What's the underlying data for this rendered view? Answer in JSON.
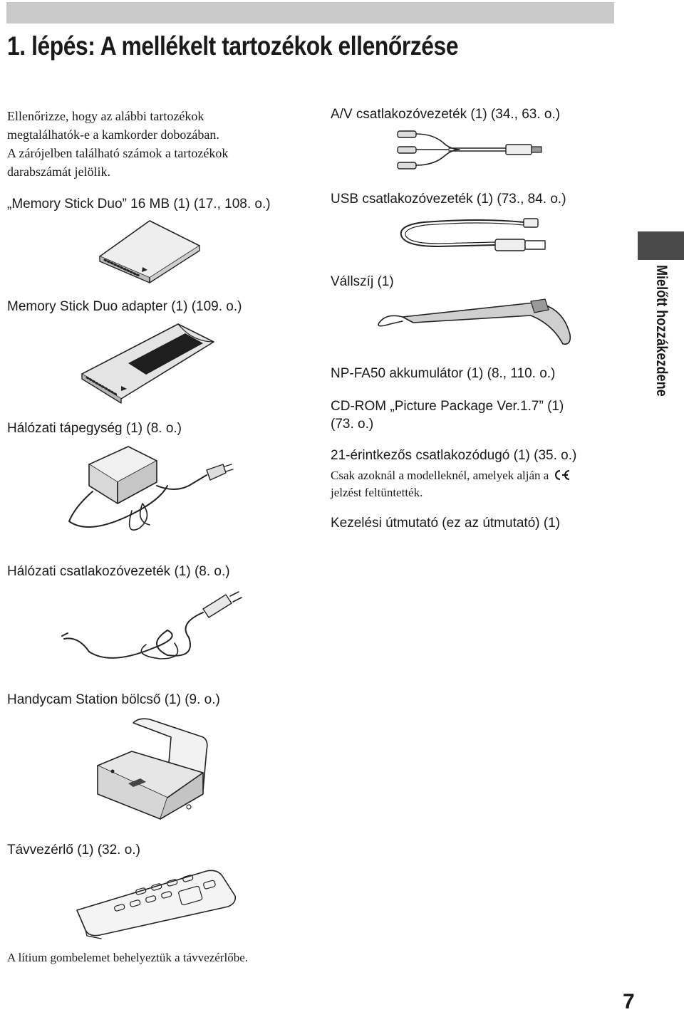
{
  "title": "1. lépés: A mellékelt tartozékok ellenőrzése",
  "intro": {
    "lines": [
      "Ellenőrizze, hogy az alábbi tartozékok",
      "megtalálhatók-e a kamkorder dobozában.",
      "A zárójelben található számok a tartozékok",
      "darabszámát jelölik."
    ]
  },
  "left_items": {
    "memory_stick": "„Memory Stick Duo” 16 MB (1) (17., 108. o.)",
    "adapter": "Memory Stick Duo adapter (1) (109. o.)",
    "ac_adaptor": "Hálózati tápegység (1) (8. o.)",
    "power_cord": "Hálózati csatlakozóvezeték (1) (8. o.)",
    "station": "Handycam Station bölcső (1) (9. o.)",
    "remote": "Távvezérlő (1) (32. o.)",
    "remote_note": "A lítium gombelemet behelyeztük a távvezérlőbe."
  },
  "right_items": {
    "av_cable": "A/V csatlakozóvezeték (1) (34., 63. o.)",
    "usb_cable": "USB csatlakozóvezeték (1) (73., 84. o.)",
    "strap": "Vállszíj (1)",
    "battery": "NP-FA50 akkumulátor (1) (8., 110. o.)",
    "cdrom_line1": "CD-ROM „Picture Package Ver.1.7” (1)",
    "cdrom_line2": "(73. o.)",
    "adaptor21": "21-érintkezős csatlakozódugó (1) (35. o.)",
    "adaptor21_note_line1": "Csak azoknál a modelleknél, amelyek alján a",
    "adaptor21_note_line2": "jelzést feltüntették.",
    "manual": "Kezelési útmutató (ez az útmutató) (1)"
  },
  "side_tab": "Mielőtt hozzákezdene",
  "page_number": "7",
  "colors": {
    "top_bar": "#c9c9c9",
    "side_tab": "#4a4a4a",
    "text": "#1a1a1a"
  }
}
